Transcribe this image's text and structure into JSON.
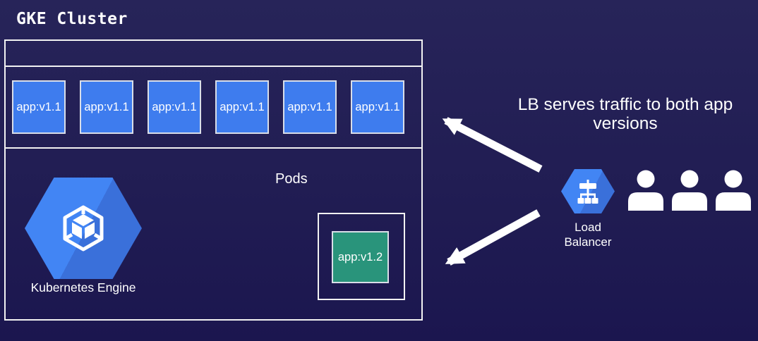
{
  "title": "GKE Cluster",
  "cluster": {
    "pods": [
      "app:v1.1",
      "app:v1.1",
      "app:v1.1",
      "app:v1.1",
      "app:v1.1",
      "app:v1.1"
    ],
    "pods_label": "Pods",
    "engine_label": "Kubernetes Engine",
    "canary_pod_label": "app:v1.2"
  },
  "annotation": {
    "lb_caption": "LB serves traffic to both app versions"
  },
  "load_balancer": {
    "label": "Load Balancer"
  },
  "users": {
    "count": 3
  },
  "colors": {
    "background_top": "#272459",
    "background_bottom": "#1B164F",
    "box_border": "#F2F2F2",
    "pod_blue": "#3E7CEE",
    "pod_border": "#D9DEE8",
    "canary_teal": "#29947B",
    "gcp_blue": "#4285F4",
    "gcp_blue_shadow": "#3A70DA",
    "text": "#FFFFFF",
    "arrow": "#FFFFFF"
  }
}
